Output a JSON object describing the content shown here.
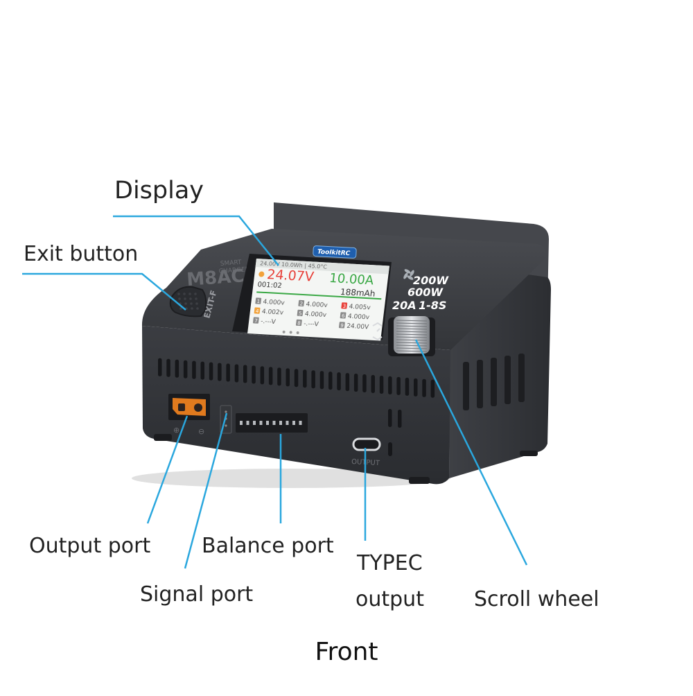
{
  "labels": {
    "display": "Display",
    "exit_button": "Exit button",
    "output_port": "Output port",
    "signal_port": "Signal port",
    "balance_port": "Balance port",
    "typec_line1": "TYPEC",
    "typec_line2": "output",
    "scroll_wheel": "Scroll wheel"
  },
  "caption": "Front",
  "device": {
    "brand": "ToolkitRC",
    "model": "M8AC",
    "subtitle_1": "SMART",
    "subtitle_2": "CHARGER",
    "exit_label": "EXIT-F",
    "output_label": "OUTPUT",
    "specs": {
      "power_dc": "200W",
      "power_ac": "600W",
      "current": "20A",
      "cells": "1-8S"
    },
    "screen": {
      "header": "24.00V  10.0Wh  |  45.0°C",
      "voltage": "24.07V",
      "current": "10.00A",
      "time": "001:02",
      "capacity": "188mAh",
      "cells": [
        {
          "id": "1",
          "value": "4.000v"
        },
        {
          "id": "2",
          "value": "4.000v"
        },
        {
          "id": "3",
          "value": "4.005v"
        },
        {
          "id": "4",
          "value": "4.002v"
        },
        {
          "id": "5",
          "value": "4.000v"
        },
        {
          "id": "6",
          "value": "4.000v"
        },
        {
          "id": "7",
          "value": "-.---V"
        },
        {
          "id": "8",
          "value": "-.---V"
        },
        {
          "id": "9",
          "value": "24.00V"
        }
      ]
    }
  },
  "colors": {
    "leader": "#2aa7de",
    "body": "#3a3c40",
    "body_dark": "#2b2d30",
    "screen_bg": "#f4f6f4",
    "voltage": "#e8413a",
    "current": "#3aa845",
    "accent": "#f2a23a"
  }
}
